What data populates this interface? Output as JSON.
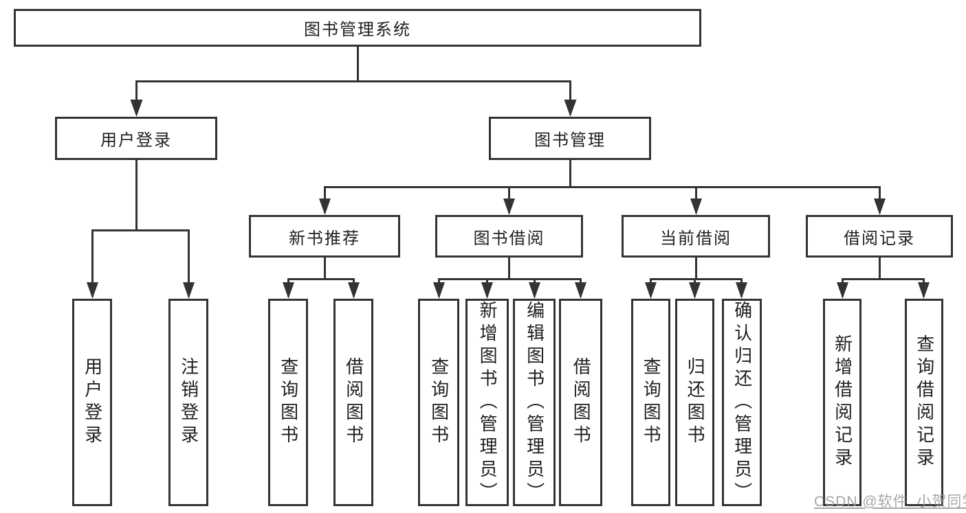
{
  "diagram": {
    "title": "图书管理系统",
    "root": {
      "label": "图书管理系统"
    },
    "branches": [
      {
        "label": "用户登录",
        "children": [
          "用户登录",
          "注销登录"
        ]
      },
      {
        "label": "图书管理"
      }
    ],
    "modules": [
      {
        "label": "新书推荐",
        "children": [
          "查询图书",
          "借阅图书"
        ]
      },
      {
        "label": "图书借阅",
        "children": [
          "查询图书",
          "新增图书（管理员）",
          "编辑图书（管理员）",
          "借阅图书"
        ]
      },
      {
        "label": "当前借阅",
        "children": [
          "查询图书",
          "归还图书",
          "确认归还（管理员）"
        ]
      },
      {
        "label": "借阅记录",
        "children": [
          "新增借阅记录",
          "查询借阅记录"
        ]
      }
    ]
  },
  "watermark": {
    "text": "CSDN @软件_小贺同学"
  },
  "colors": {
    "line": "#333333",
    "text": "#1f1f1f",
    "watermark": "rgba(150,150,150,0.85)"
  }
}
